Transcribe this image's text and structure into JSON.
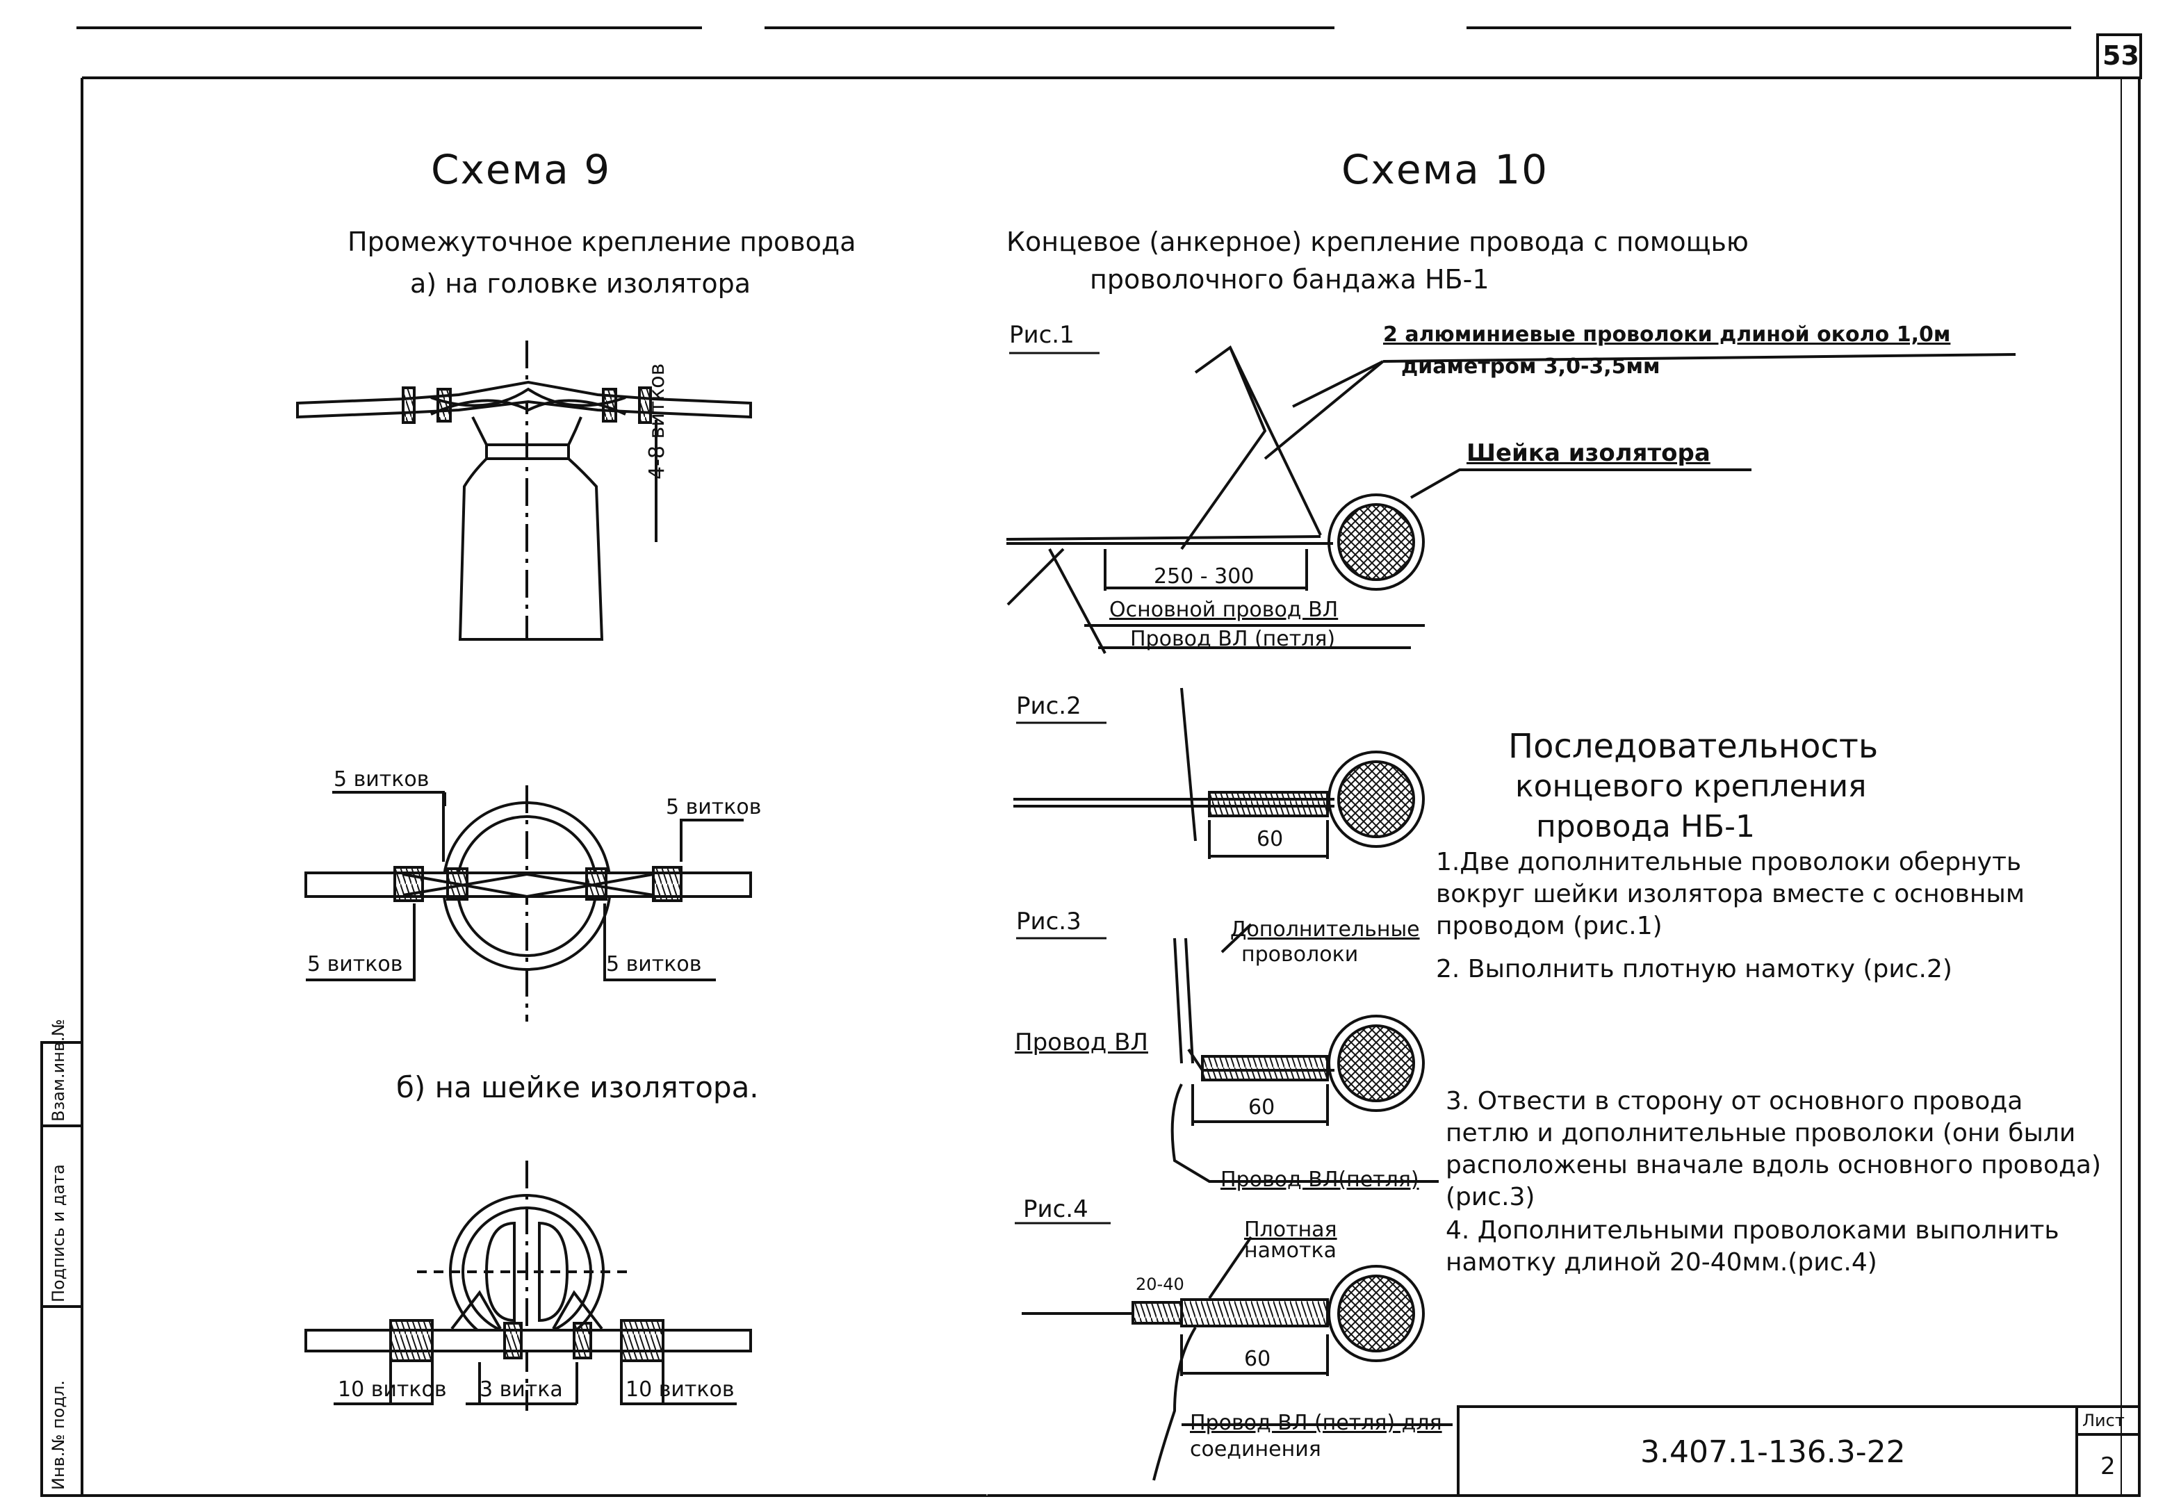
{
  "page_number": "53",
  "sheet_label": "Лист",
  "sheet_number": "2",
  "doc_code": "3.407.1-136.3-22",
  "side_stamp": [
    "Инв.№ подл.",
    "Подпись и дата",
    "Взам.инв.№"
  ],
  "scheme9": {
    "title": "Схема 9",
    "subtitle": "Промежуточное крепление провода",
    "variant_a": "а) на головке изолятора",
    "dim_a": "4-8 витков",
    "variant_b": "б) на шейке изолятора.",
    "fig_mid_labels": {
      "tl": "5 витков",
      "tr": "5 витков",
      "bl": "5 витков",
      "br": "5 витков"
    },
    "fig_bottom_labels": {
      "left": "10 витков",
      "mid": "3 витка",
      "right": "10 витков"
    }
  },
  "scheme10": {
    "title": "Схема 10",
    "subtitle_line1": "Концевое (анкерное) крепление провода с помощью",
    "subtitle_line2": "проволочного бандажа НБ-1",
    "fig1": {
      "label": "Рис.1",
      "wire_note_line1": "2 алюминиевые проволоки длиной около 1,0м",
      "wire_note_line2": "диаметром 3,0-3,5мм",
      "neck_note": "Шейка изолятора",
      "dim": "250 - 300",
      "main_wire": "Основной провод ВЛ",
      "loop_wire": "Провод ВЛ (петля)"
    },
    "fig2": {
      "label": "Рис.2",
      "dim": "60"
    },
    "fig3": {
      "label": "Рис.3",
      "extra_wires_1": "Дополнительные",
      "extra_wires_2": "проволоки",
      "wire": "Провод ВЛ",
      "dim": "60",
      "loop": "Провод ВЛ(петля)"
    },
    "fig4": {
      "label": "Рис.4",
      "tight_1": "Плотная",
      "tight_2": "намотка",
      "small_dim": "20-40",
      "dim": "60",
      "loop_1": "Провод ВЛ (петля) для",
      "loop_2": "соединения"
    },
    "sequence": {
      "title_1": "Последовательность",
      "title_2": "концевого крепления",
      "title_3": "провода НБ-1",
      "steps": [
        "1.Две дополнительные проволоки обернуть вокруг шейки изолятора вместе с основным проводом (рис.1)",
        "2. Выполнить плотную намотку (рис.2)",
        "3. Отвести в сторону от основного провода петлю и дополнительные проволоки (они были расположены вначале вдоль основного провода) (рис.3)",
        "4. Дополнительными проволоками выполнить намотку длиной 20-40мм.(рис.4)"
      ]
    }
  }
}
